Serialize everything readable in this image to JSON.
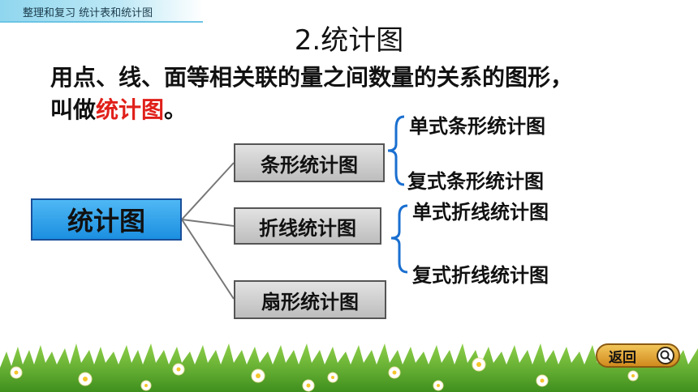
{
  "header": {
    "text": "整理和复习  统计表和统计图"
  },
  "title": "2.统计图",
  "intro": {
    "line1": "用点、线、面等相关联的量之间数量的关系的图形，",
    "line2_prefix": "叫做",
    "line2_highlight": "统计图",
    "line2_suffix": "。"
  },
  "diagram": {
    "root": "统计图",
    "bar": {
      "label": "条形统计图",
      "children": [
        "单式条形统计图",
        "复式条形统计图"
      ]
    },
    "line": {
      "label": "折线统计图",
      "children": [
        "单式折线统计图",
        "复式折线统计图"
      ]
    },
    "pie": {
      "label": "扇形统计图"
    }
  },
  "back_button": {
    "label": "返回"
  },
  "colors": {
    "highlight": "#e0201a",
    "root_box": "#1b8fe0",
    "brace": "#1a6fd0",
    "button": "#e0a23a"
  }
}
